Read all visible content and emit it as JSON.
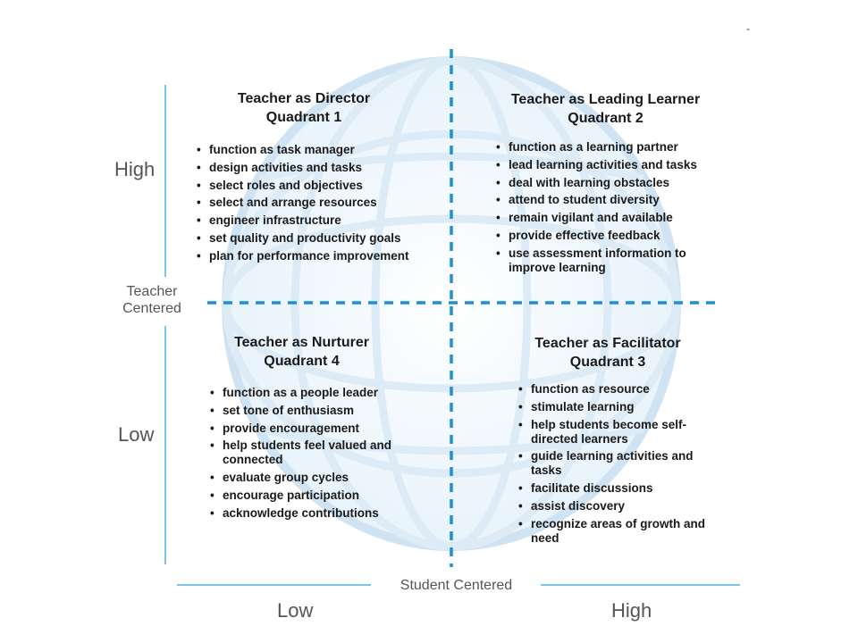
{
  "corner_mark": "-",
  "axes": {
    "y_high": "High",
    "y_low": "Low",
    "y_title_line1": "Teacher",
    "y_title_line2": "Centered",
    "x_title": "Student Centered",
    "x_low": "Low",
    "x_high": "High"
  },
  "quadrants": [
    {
      "title_line1": "Teacher as Director",
      "title_line2": "Quadrant 1",
      "items": [
        "function as task manager",
        "design activities and tasks",
        "select roles and objectives",
        "select and arrange resources",
        "engineer infrastructure",
        "set quality and productivity goals",
        "plan for performance improvement"
      ]
    },
    {
      "title_line1": "Teacher as Leading Learner",
      "title_line2": "Quadrant 2",
      "items": [
        "function as a learning partner",
        "lead learning activities and tasks",
        "deal with learning obstacles",
        "attend to student diversity",
        "remain vigilant and available",
        "provide effective feedback",
        "use assessment information to improve learning"
      ]
    },
    {
      "title_line1": "Teacher as Nurturer",
      "title_line2": "Quadrant 4",
      "items": [
        "function as a people leader",
        "set tone of enthusiasm",
        "provide encouragement",
        "help students feel valued and connected",
        "evaluate group cycles",
        "encourage participation",
        "acknowledge contributions"
      ]
    },
    {
      "title_line1": "Teacher as Facilitator",
      "title_line2": "Quadrant 3",
      "items": [
        "function as resource",
        "stimulate learning",
        "help students become self-directed learners",
        "guide learning activities and tasks",
        "facilitate discussions",
        "assist discovery",
        "recognize areas of growth and need"
      ]
    }
  ],
  "colors": {
    "axis_line": "#7ec3ec",
    "dashed_divider": "#1b8fd8",
    "globe_line": "#cfe3f2",
    "globe_fill": "#eef6fc"
  }
}
